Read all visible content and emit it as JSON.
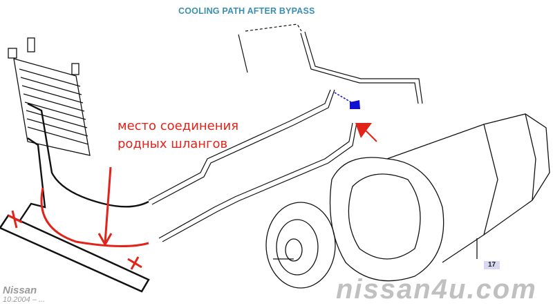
{
  "diagram": {
    "title": "COOLING PATH AFTER BYPASS",
    "note_line1": "место соединения",
    "note_line2": "родных шлангов",
    "part_ref": "17",
    "colors": {
      "hose_mark": "#e2231a",
      "title": "#3a8fb0",
      "arrow_blue": "#1010d0"
    }
  },
  "branding": {
    "brand": "Nissan",
    "date": "10.2004 – ...",
    "watermark": "nissan4u.com"
  }
}
